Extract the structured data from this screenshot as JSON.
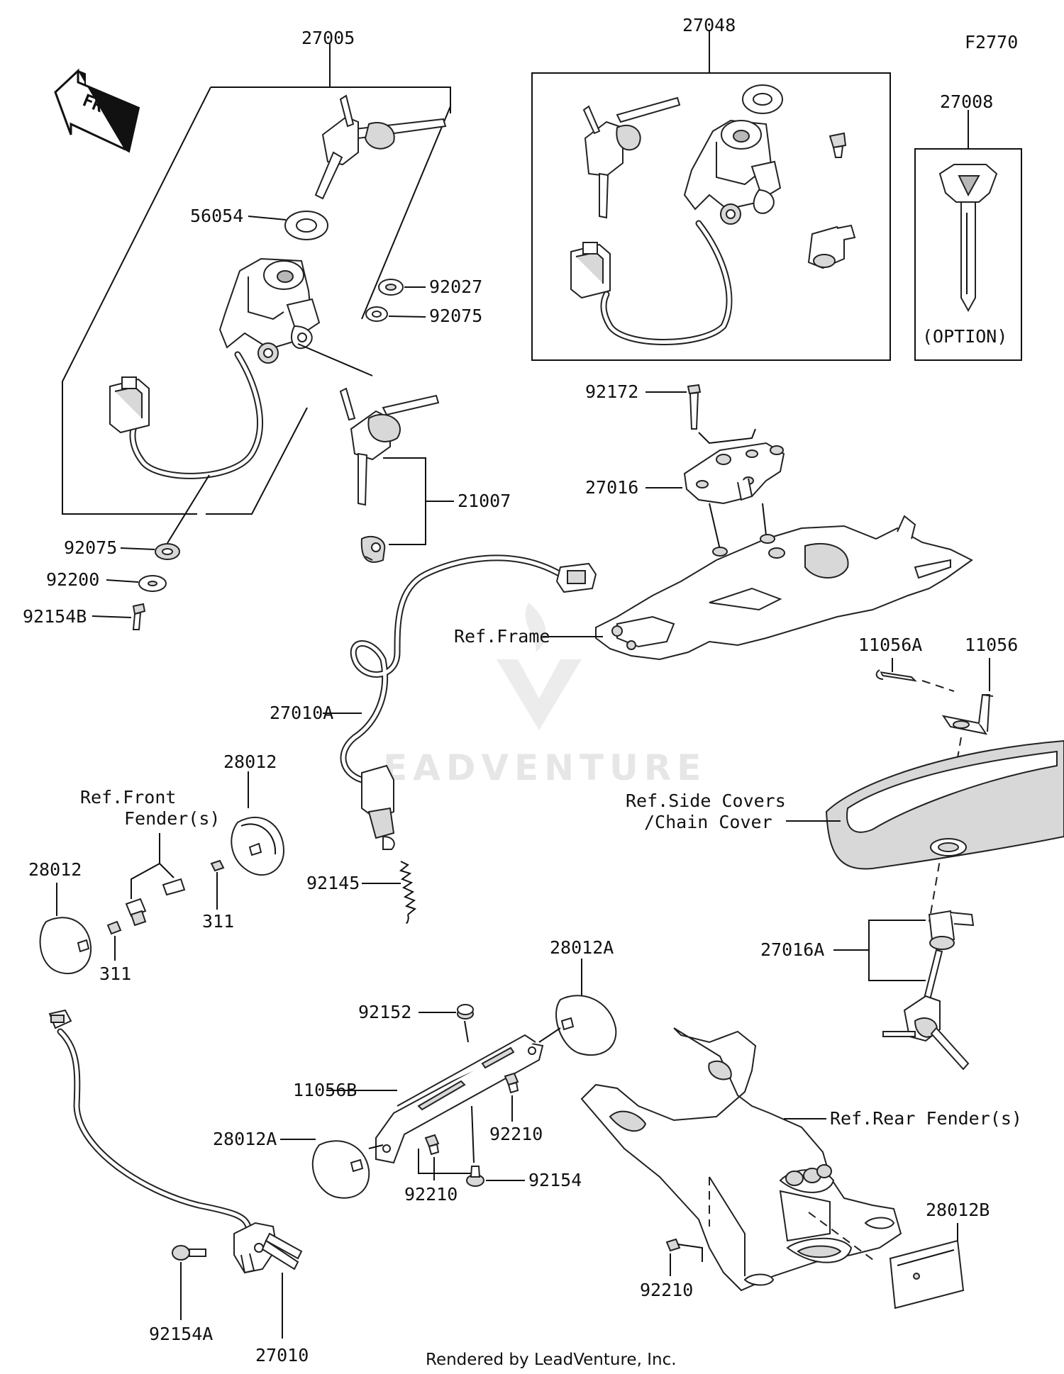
{
  "figure_code": "F2770",
  "front_label": "FRONT",
  "option_label": "(OPTION)",
  "watermark": "EADVENTURE",
  "footer": "Rendered by LeadVenture, Inc.",
  "parts": {
    "p27005": "27005",
    "p27048": "27048",
    "p27008": "27008",
    "p56054": "56054",
    "p92027": "92027",
    "p92075a": "92075",
    "p92075b": "92075",
    "p92172": "92172",
    "p27016": "27016",
    "p21007": "21007",
    "p92200": "92200",
    "p92154B": "92154B",
    "ref_frame": "Ref.Frame",
    "p11056A": "11056A",
    "p11056": "11056",
    "p27010A": "27010A",
    "p28012a": "28012",
    "p28012b": "28012",
    "ref_front_fender_1": "Ref.Front",
    "ref_front_fender_2": "Fender(s)",
    "ref_side_covers_1": "Ref.Side Covers",
    "ref_side_covers_2": "/Chain Cover",
    "p92145": "92145",
    "p311a": "311",
    "p311b": "311",
    "p27016A": "27016A",
    "p28012A_top": "28012A",
    "p92152": "92152",
    "p11056B": "11056B",
    "p28012A_left": "28012A",
    "p92210a": "92210",
    "p92210b": "92210",
    "p92154": "92154",
    "ref_rear_fender": "Ref.Rear Fender(s)",
    "p28012B": "28012B",
    "p92210c": "92210",
    "p92154A": "92154A",
    "p27010": "27010"
  }
}
